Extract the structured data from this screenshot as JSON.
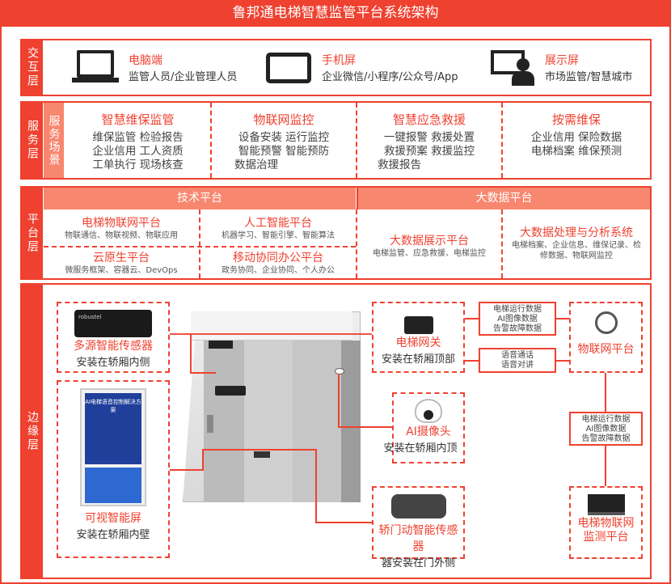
{
  "title": "鲁邦通电梯智慧监管平台系统架构",
  "interaction": {
    "label": "交互层",
    "items": [
      {
        "icon": "laptop-icon",
        "name": "电脑端",
        "desc": "监管人员/企业管理人员"
      },
      {
        "icon": "tablet-icon",
        "name": "手机屏",
        "desc": "企业微信/小程序/公众号/App"
      },
      {
        "icon": "display-screen-icon",
        "name": "展示屏",
        "desc": "市场监管/智慧城市"
      }
    ]
  },
  "service": {
    "label": "服务层",
    "sublabel": "服务场景",
    "columns": [
      {
        "title": "智慧维保监管",
        "lines": [
          "维保监管  检验报告",
          "企业信用  工人资质",
          "工单执行  现场核查"
        ]
      },
      {
        "title": "物联网监控",
        "lines": [
          "设备安装  运行监控",
          "智能预警  智能预防",
          "数据治理"
        ]
      },
      {
        "title": "智慧应急救援",
        "lines": [
          "一键报警  救援处置",
          "救援预案  救援监控",
          "救援报告"
        ]
      },
      {
        "title": "按需维保",
        "lines": [
          "企业信用  保险数据",
          "电梯档案  维保预测"
        ]
      }
    ]
  },
  "platform": {
    "label": "平台层",
    "headers": [
      "技术平台",
      "大数据平台"
    ],
    "cells": [
      {
        "title": "电梯物联网平台",
        "desc": "物联通信、物联视频、物联应用"
      },
      {
        "title": "人工智能平台",
        "desc": "机器学习、智能引擎、智能算法"
      },
      {
        "title": "云原生平台",
        "desc": "微服务框架、容器云、DevOps"
      },
      {
        "title": "移动协同办公平台",
        "desc": "政务协同、企业协同、个人办公"
      },
      {
        "title": "大数据展示平台",
        "desc": "电梯监管、应急救援、电梯监控"
      },
      {
        "title": "大数据处理与分析系统",
        "desc": "电梯档案、企业信息、维保记录、检修数据、物联网监控"
      }
    ]
  },
  "edge": {
    "label": "边缘层",
    "sensor": {
      "name": "多源智能传感器",
      "desc": "安装在轿厢内侧"
    },
    "screen": {
      "name": "可视智能屏",
      "desc": "安装在轿厢内壁",
      "screen_title": "AI电梯语音控制解决方案"
    },
    "gateway": {
      "name": "电梯网关",
      "desc": "安装在轿厢顶部"
    },
    "camera": {
      "name": "AI摄像头",
      "desc": "安装在轿厢内顶"
    },
    "door": {
      "name": "轿门动智能传感器",
      "desc": "器安装在门外侧"
    },
    "iot": {
      "name": "物联网平台"
    },
    "monitor": {
      "name": "电梯物联网监测平台"
    },
    "up_data": [
      "电梯运行数据",
      "AI图像数据",
      "告警故障数据"
    ],
    "down_data": [
      "语音通话",
      "语音对讲"
    ],
    "iot_data": [
      "电梯运行数据",
      "AI图像数据",
      "告警故障数据"
    ],
    "brand": "robustel"
  }
}
